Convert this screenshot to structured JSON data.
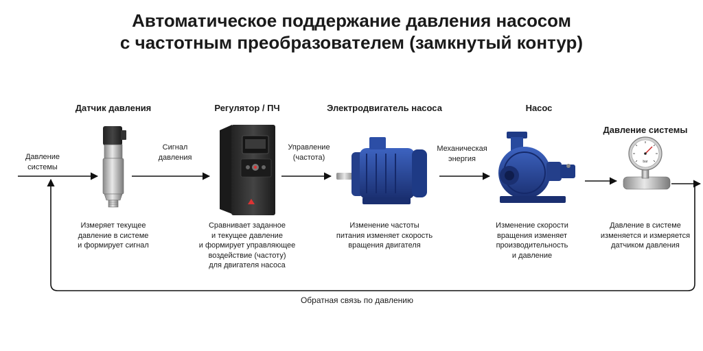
{
  "title": {
    "line1": "Автоматическое поддержание давления насосом",
    "line2": "с частотным преобразователем (замкнутый контур)"
  },
  "input": {
    "line1": "Давление",
    "line2": "системы"
  },
  "stages": [
    {
      "title": "Датчик давления",
      "icon": "pressure-sensor-icon",
      "desc": [
        "Измеряет текущее",
        "давление в системе",
        "и формирует сигнал"
      ]
    },
    {
      "title": "Регулятор / ПЧ",
      "icon": "frequency-converter-icon",
      "desc": [
        "Сравнивает заданное",
        "и текущее давление",
        "и формирует управляющее",
        "воздействие (частоту)",
        "для двигателя насоса"
      ]
    },
    {
      "title": "Электродвигатель насоса",
      "icon": "electric-motor-icon",
      "desc": [
        "Изменение частоты",
        "питания изменяет скорость",
        "вращения двигателя"
      ]
    },
    {
      "title": "Насос",
      "icon": "centrifugal-pump-icon",
      "desc": [
        "Изменение скорости",
        "вращения изменяет",
        "производительность",
        "и давление"
      ]
    },
    {
      "title": "Давление системы",
      "icon": "pressure-gauge-icon",
      "desc": [
        "Давление в системе",
        "изменяется и измеряется",
        "датчиком давления"
      ]
    }
  ],
  "connectors": [
    {
      "line1": "Сигнал",
      "line2": "давления"
    },
    {
      "line1": "Управление",
      "line2": "(частота)"
    },
    {
      "line1": "Механическая",
      "line2": "энергия"
    }
  ],
  "gauge_unit": "bar",
  "feedback": "Обратная связь по давлению",
  "colors": {
    "line": "#111111",
    "motor": "#1f3f8f",
    "device": "#2e2e2e"
  }
}
